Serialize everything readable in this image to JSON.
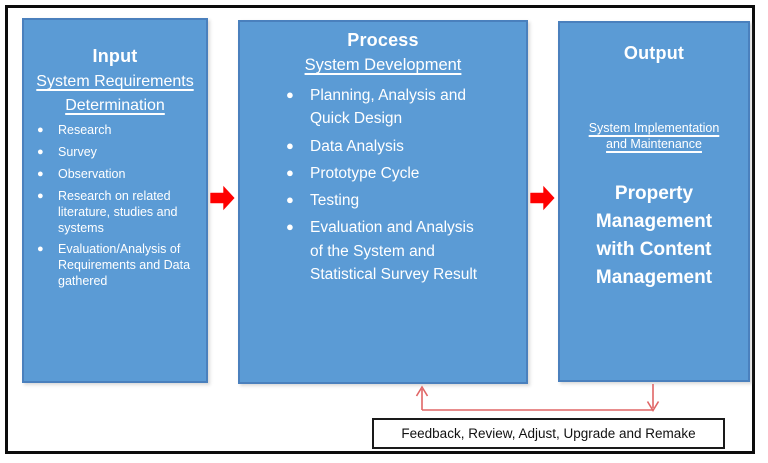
{
  "input": {
    "title": "Input",
    "subtitle_lines": [
      "System Requirements",
      "Determination"
    ],
    "bullet_glyph": "●",
    "bullets": [
      "Research",
      "Survey",
      "Observation",
      "Research on related literature, studies and systems",
      "Evaluation/Analysis of Requirements and Data gathered"
    ]
  },
  "process": {
    "title": "Process",
    "subtitle_lines": [
      "System Development"
    ],
    "bullet_glyph": "●",
    "bullets": [
      "Planning, Analysis and Quick Design",
      "Data Analysis",
      "Prototype Cycle",
      "Testing",
      "Evaluation and Analysis of the System and Statistical Survey Result"
    ]
  },
  "output": {
    "title": "Output",
    "subtitle_lines": [
      "System Implementation",
      "and Maintenance"
    ],
    "result_lines": [
      "Property",
      "Management",
      "with Content",
      "Management"
    ]
  },
  "feedback": {
    "label": "Feedback, Review, Adjust, Upgrade and Remake"
  },
  "colors": {
    "box_fill": "#5b9bd5",
    "box_border": "#4a80bd",
    "arrow_red": "#fe0000",
    "connector_red": "#e06666",
    "outer_border": "#0c0c0c",
    "text_white": "#ffffff",
    "feedback_text": "#111111"
  }
}
